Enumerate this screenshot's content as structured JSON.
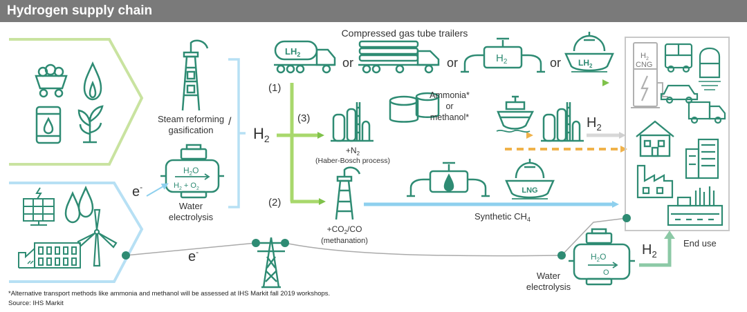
{
  "header": {
    "title": "Hydrogen supply chain"
  },
  "transport": {
    "title": "Compressed gas tube trailers",
    "or": "or",
    "lh2": "LH",
    "lh2_sub": "2",
    "h": "H",
    "h_sub": "2"
  },
  "routes": {
    "route1": "(1)",
    "route2": "(2)",
    "route3": "(3)"
  },
  "production": {
    "steam_line1": "Steam reforming",
    "steam_line2": "gasification",
    "slash": "/",
    "h2": "H",
    "h2_sub": "2",
    "electrolysis_line1": "Water",
    "electrolysis_line2": "electrolysis",
    "electron": "e",
    "electron_sup": "-"
  },
  "electrolyzer": {
    "h2o": "H",
    "h2o_sub": "2",
    "h2o_o": "O",
    "out_h": "H",
    "out_h_sub": "2",
    "out_plus": " + O",
    "out_o_sub": "2"
  },
  "ammonia": {
    "line1": "Ammonia*",
    "line2": "or",
    "line3": "methanol*",
    "n2_prefix": "+N",
    "n2_sub": "2",
    "haber": "(Haber-Bosch process)",
    "h2_out": "H",
    "h2_out_sub": "2"
  },
  "methanation": {
    "co2_prefix": "+CO",
    "co2_sub": "2",
    "co2_suffix": "/CO",
    "label": "(methanation)",
    "lng": "LNG",
    "synthetic": "Synthetic CH",
    "synthetic_sub": "4"
  },
  "end_use": {
    "station_h": "H",
    "station_h_sub": "2",
    "station_cng": "CNG",
    "label": "End use",
    "final_h": "H",
    "final_h_sub": "2"
  },
  "grid": {
    "electron": "e",
    "electron_sup": "-"
  },
  "local_electrolysis": {
    "line1": "Water",
    "line2": "electrolysis",
    "h2o": "H",
    "h2o_sub": "2",
    "h2o_o": "O",
    "out": "O"
  },
  "footnote": {
    "line1": "*Alternative transport methods like ammonia and methanol will be assessed at IHS Markit fall 2019 workshops.",
    "line2": "Source: IHS Markit"
  },
  "colors": {
    "teal": "#2e8b73",
    "green_arrow": "#7fc24a",
    "blue_arrow": "#8ed0ee",
    "orange": "#f0b24a",
    "gray": "#c8c8c8",
    "title_bar": "#7a7a7a"
  }
}
